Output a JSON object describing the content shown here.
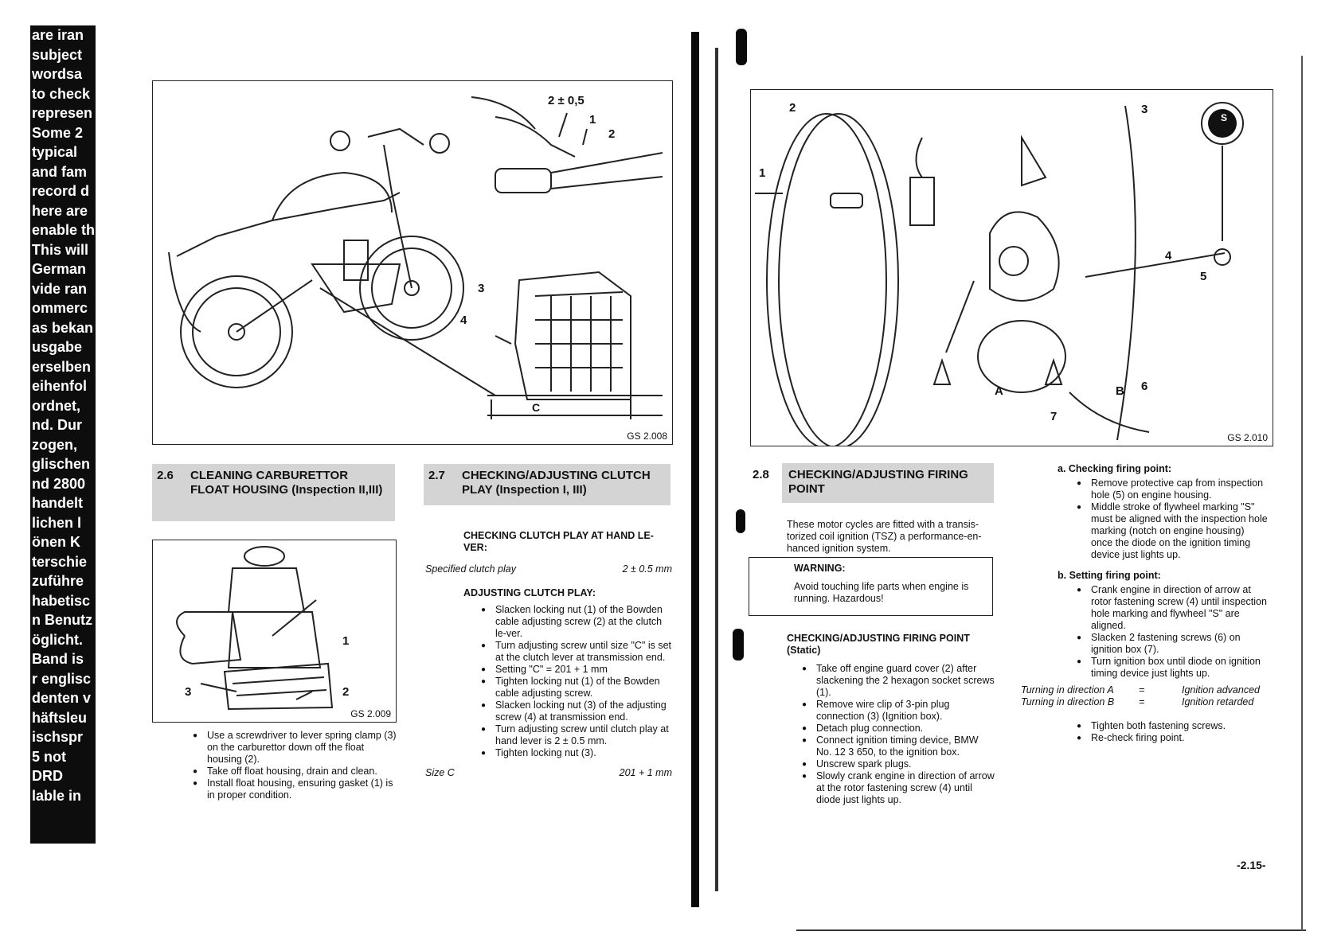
{
  "scan_strip_lines": [
    "are iran",
    "subject",
    "wordsa",
    "to check",
    "represen",
    "Some 2",
    "typical",
    "and fam",
    "record d",
    "here are",
    "enable th",
    "This will",
    "German",
    "vide ran",
    "ommerc",
    "",
    "as bekan",
    "usgabe",
    "erselben",
    "eihenfol",
    "ordnet,",
    "nd. Dur",
    "zogen,",
    "glischen",
    "nd 2800",
    "handelt",
    "lichen l",
    "önen K",
    "terschie",
    "zuführe",
    "habetisc",
    "n Benutz",
    "öglicht.",
    "Band is",
    "r englisc",
    "denten v",
    "häftsleu",
    "ischspr",
    "",
    "",
    "",
    "",
    "",
    "",
    "",
    "",
    "",
    "",
    "5 not",
    "DRD",
    "lable in"
  ],
  "fig1": {
    "label": "GS 2.008",
    "callouts": [
      "2 ± 0,5",
      "1",
      "2",
      "3",
      "4",
      "C"
    ]
  },
  "fig2": {
    "label": "GS 2.009",
    "callouts": [
      "1",
      "2",
      "3"
    ]
  },
  "fig3": {
    "label": "GS 2.010",
    "callouts": [
      "1",
      "2",
      "3",
      "4",
      "5",
      "6",
      "7",
      "A",
      "B",
      "S"
    ]
  },
  "sec26": {
    "number": "2.6",
    "title": "CLEANING CARBURETTOR FLOAT HOUSING (Inspection II,III)",
    "bullets": [
      "Use a screwdriver to lever spring clamp (3) on the carburettor down off the float housing (2).",
      "Take off float housing, drain and clean.",
      "Install float housing, ensuring gasket (1) is in proper condition."
    ]
  },
  "sec27": {
    "number": "2.7",
    "title": "CHECKING/ADJUSTING CLUTCH PLAY (Inspection I, III)",
    "sub1": "CHECKING CLUTCH PLAY AT HAND LE-VER:",
    "spec_label": "Specified clutch play",
    "spec_value": "2 ± 0.5 mm",
    "sub2": "ADJUSTING CLUTCH PLAY:",
    "bullets": [
      "Slacken locking nut (1) of the Bowden cable adjusting screw (2) at the clutch le-ver.",
      "Turn adjusting screw until size \"C\" is set at the clutch lever at transmission end.",
      "Setting \"C\" = 201 + 1 mm",
      "Tighten locking nut (1) of the Bowden cable adjusting screw.",
      "Slacken locking nut (3) of the adjusting screw (4) at transmission end.",
      "Turn adjusting screw until clutch play at hand lever is 2 ± 0.5 mm.",
      "Tighten locking nut (3)."
    ],
    "size_label": "Size C",
    "size_value": "201 + 1 mm"
  },
  "sec28": {
    "number": "2.8",
    "title": "CHECKING/ADJUSTING FIRING POINT",
    "intro": "These motor cycles are fitted with a transis-torized coil ignition (TSZ) a performance-en-hanced ignition system.",
    "warning_title": "WARNING:",
    "warning_text": "Avoid touching life parts when engine is running. Hazardous!",
    "sub1": "CHECKING/ADJUSTING FIRING POINT (Static)",
    "bullets": [
      "Take off engine guard cover (2) after slackening the 2 hexagon socket screws (1).",
      "Remove wire clip of 3-pin plug connection (3) (Ignition box).",
      "Detach plug connection.",
      "Connect ignition timing device, BMW No. 12 3 650, to the ignition box.",
      "Unscrew spark plugs.",
      "Slowly crank engine in direction of arrow at the rotor fastening screw (4) until diode just lights up."
    ]
  },
  "right_col": {
    "a_title": "a.  Checking firing point:",
    "a_bullets": [
      "Remove protective cap from inspection hole (5) on engine housing.",
      "Middle stroke of flywheel marking \"S\" must be aligned with the inspection hole marking (notch on engine housing) once the diode on the ignition timing device just lights up."
    ],
    "b_title": "b.  Setting firing point:",
    "b_bullets": [
      "Crank engine in direction of arrow at rotor fastening screw (4) until inspection hole marking and flywheel \"S\" are aligned.",
      "Slacken 2 fastening screws (6) on ignition box (7).",
      "Turn ignition box until diode on ignition timing device just lights up."
    ],
    "dir_a_label": "Turning in direction A",
    "dir_a_eq": "=",
    "dir_a_value": "Ignition advanced",
    "dir_b_label": "Turning in direction B",
    "dir_b_eq": "=",
    "dir_b_value": "Ignition retarded",
    "final_bullets": [
      "Tighten both fastening screws.",
      "Re-check firing point."
    ]
  },
  "page_number": "-2.15-"
}
